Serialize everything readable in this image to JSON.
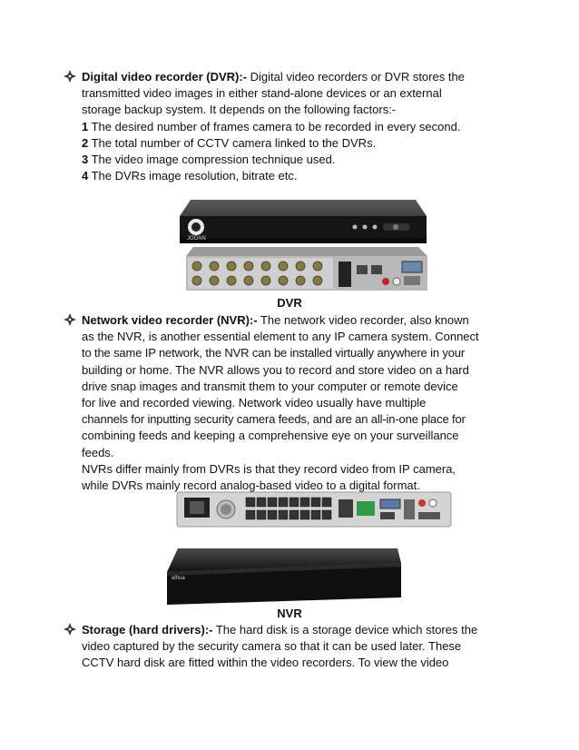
{
  "dvr": {
    "heading": "Digital video recorder (DVR):-",
    "intro_lines": [
      " Digital video recorders or DVR stores the",
      "transmitted video images in either stand-alone devices or an external",
      "storage backup system. It depends on the following factors:-"
    ],
    "factors": [
      {
        "num": "1",
        "text": " The desired number of frames camera to be recorded in every second."
      },
      {
        "num": "2",
        "text": " The total number of CCTV camera linked to the DVRs."
      },
      {
        "num": "3",
        "text": " The video image compression technique used."
      },
      {
        "num": "4",
        "text": " The DVRs image resolution, bitrate etc."
      }
    ],
    "brand": "JOOAN",
    "caption": "DVR"
  },
  "nvr": {
    "heading": "Network video recorder (NVR):-",
    "lines": [
      " The network video recorder, also known",
      "as the NVR, is another essential element to any IP camera system. Connect",
      "to the same IP network, the NVR can be installed virtually anywhere in your",
      "building or home. The NVR allows you to record and store video on a hard",
      "drive snap images and transmit them to your computer or remote device",
      "for live and recorded viewing. Network video usually have multiple",
      "channels for inputting security camera feeds, and are an all-in-one place for",
      "combining feeds and keeping a comprehensive eye on your surveillance",
      "feeds.",
      "NVRs differ mainly from DVRs is that they record video from IP camera,",
      "while DVRs mainly record analog-based video to a digital format."
    ],
    "brand": "alhua",
    "caption": "NVR"
  },
  "storage": {
    "heading": "Storage (hard drivers):-",
    "lines": [
      " The hard disk is a storage device which stores the",
      "video captured by the security camera so that it can be used later. These",
      "CCTV hard disk are fitted within the video recorders. To view the video"
    ]
  }
}
